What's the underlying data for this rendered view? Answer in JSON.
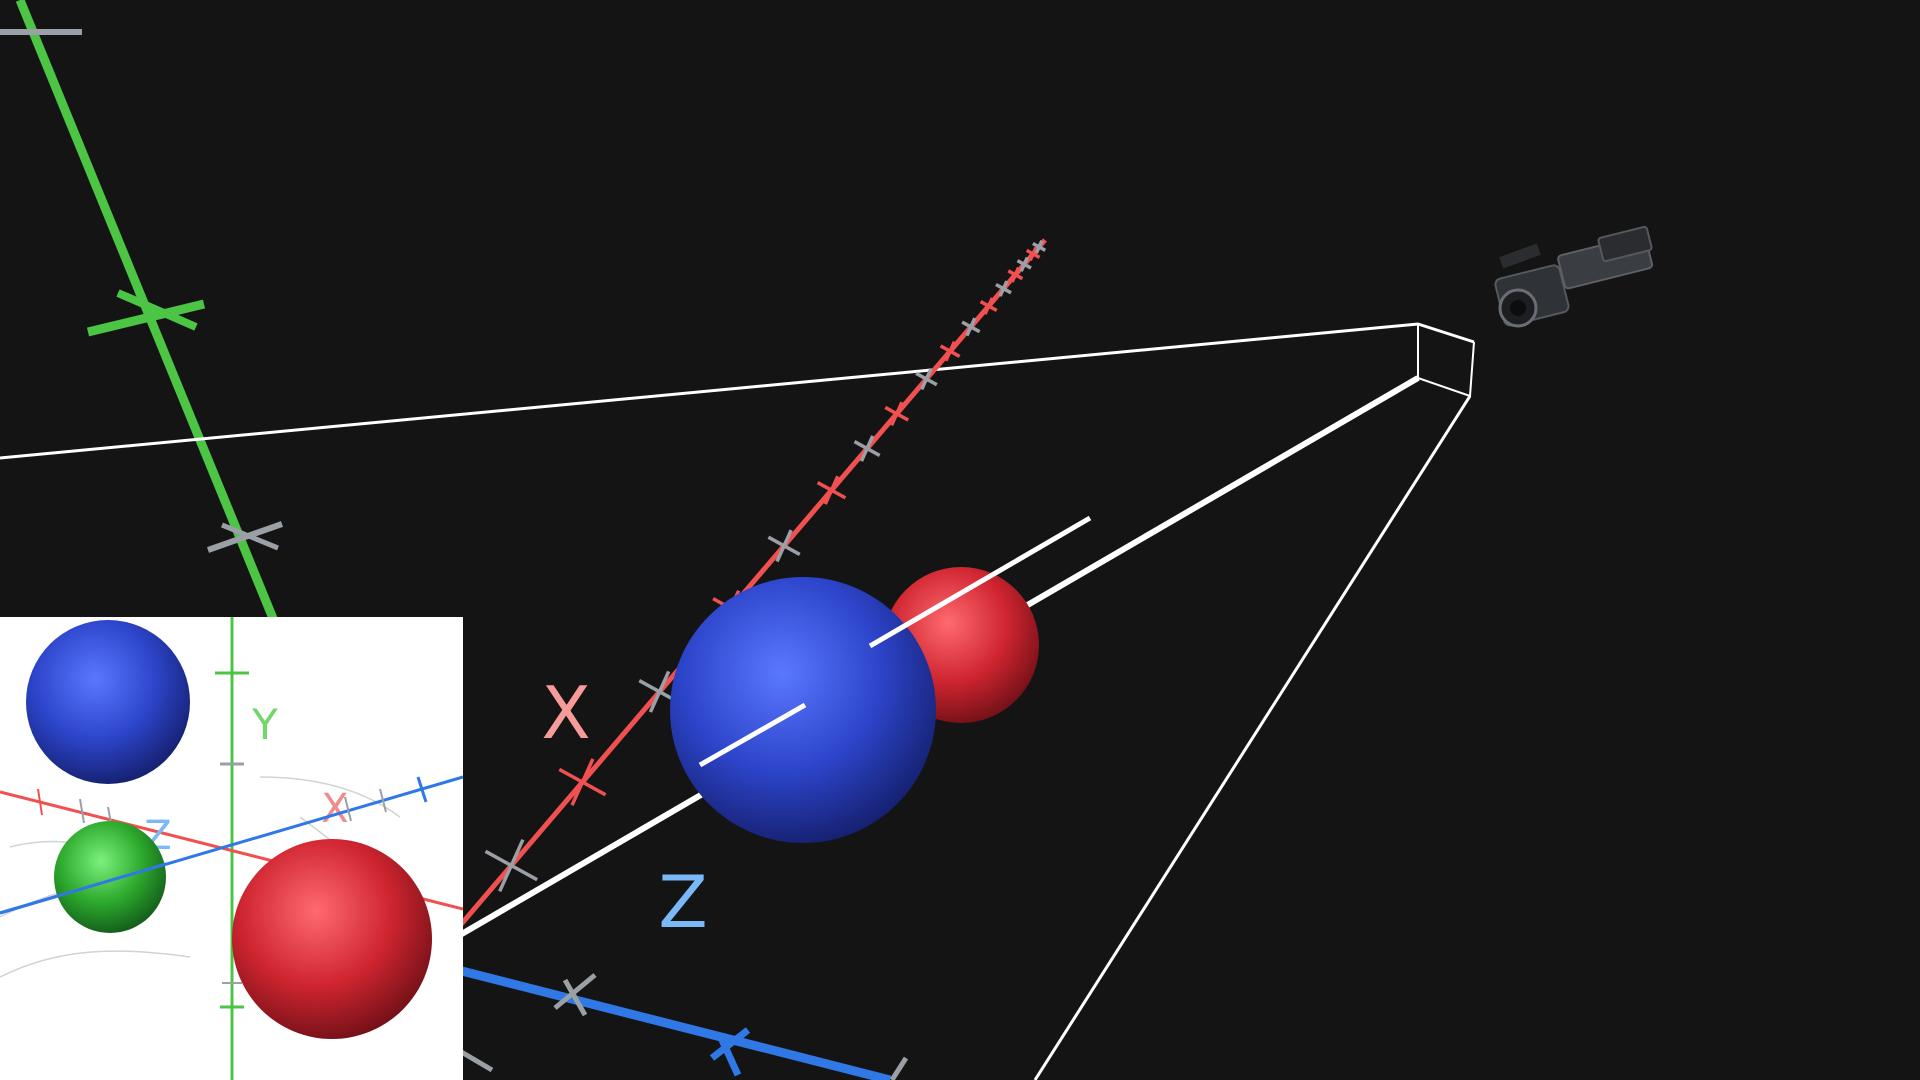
{
  "scene": {
    "background": "#141414",
    "axis_labels": {
      "x": "X",
      "z": "Z"
    },
    "axis_colors": {
      "x": "#f05050",
      "y": "#4cc444",
      "z": "#2f78e6",
      "tick_gray": "#9aa0a6"
    },
    "objects": [
      {
        "name": "blue-sphere",
        "color": "#2a45c8"
      },
      {
        "name": "red-sphere",
        "color": "#d0262e"
      },
      {
        "name": "camera-frustum",
        "color": "#ffffff"
      },
      {
        "name": "camera-model",
        "color": "#3a3d42"
      }
    ]
  },
  "inset": {
    "background": "#ffffff",
    "axis_labels": {
      "x": "X",
      "y": "Y",
      "z": "Z"
    },
    "spheres": [
      {
        "name": "blue",
        "color": "#2a45c8"
      },
      {
        "name": "green",
        "color": "#2ca82c"
      },
      {
        "name": "red",
        "color": "#d0262e"
      }
    ]
  }
}
